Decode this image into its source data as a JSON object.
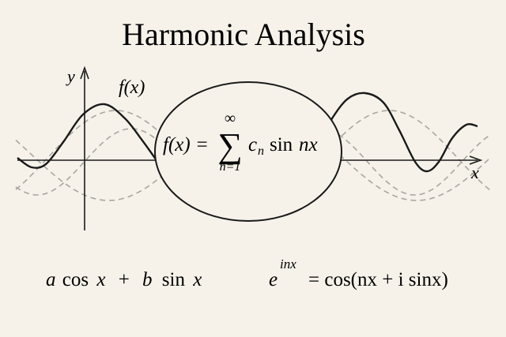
{
  "title": "Harmonic Analysis",
  "axes": {
    "y_label": "y",
    "x_label": "x"
  },
  "curve_label": "f(x)",
  "central_formula": {
    "lhs": "f(x) =",
    "sum_upper": "∞",
    "sum_lower": "n=1",
    "term_coef": "c",
    "term_sub": "n",
    "term_func": "sin",
    "term_arg": "nx"
  },
  "bottom_left_formula": {
    "a": "a",
    "cos": "cos",
    "x1": "x",
    "plus": "+",
    "b": "b",
    "sin": "sin",
    "x2": "x"
  },
  "bottom_right_formula": {
    "base": "e",
    "exponent": "inx",
    "rhs": "= cos(nx + i sinx)"
  },
  "colors": {
    "background": "#f6f2ea",
    "ink": "#1a1a1a",
    "dashed": "#a9a6a0"
  }
}
